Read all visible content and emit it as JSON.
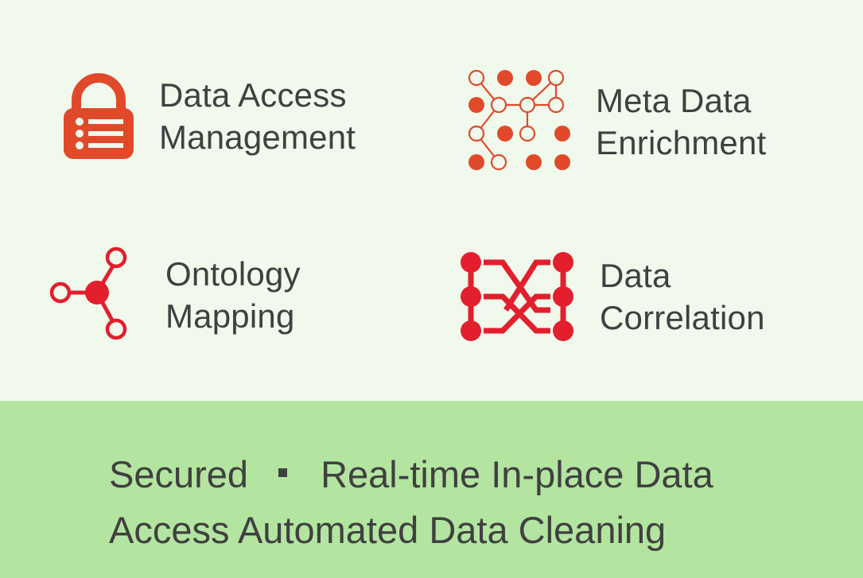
{
  "colors": {
    "top_background": "#f0f9ec",
    "bottom_background": "#b3e5a0",
    "icon_orange": "#e04a2a",
    "icon_red": "#e31e2d",
    "text": "#404040"
  },
  "features": [
    {
      "icon": "lock-list-icon",
      "line1": "Data Access",
      "line2": "Management"
    },
    {
      "icon": "node-grid-icon",
      "line1": "Meta Data",
      "line2": "Enrichment"
    },
    {
      "icon": "molecule-icon",
      "line1": "Ontology",
      "line2": "Mapping"
    },
    {
      "icon": "crossing-connections-icon",
      "line1": "Data",
      "line2": "Correlation"
    }
  ],
  "tagline": {
    "part1": "Secured",
    "separator_icon": "square-bullet-icon",
    "part2": "Real-time In-place Data",
    "line2": "Access Automated Data Cleaning"
  }
}
